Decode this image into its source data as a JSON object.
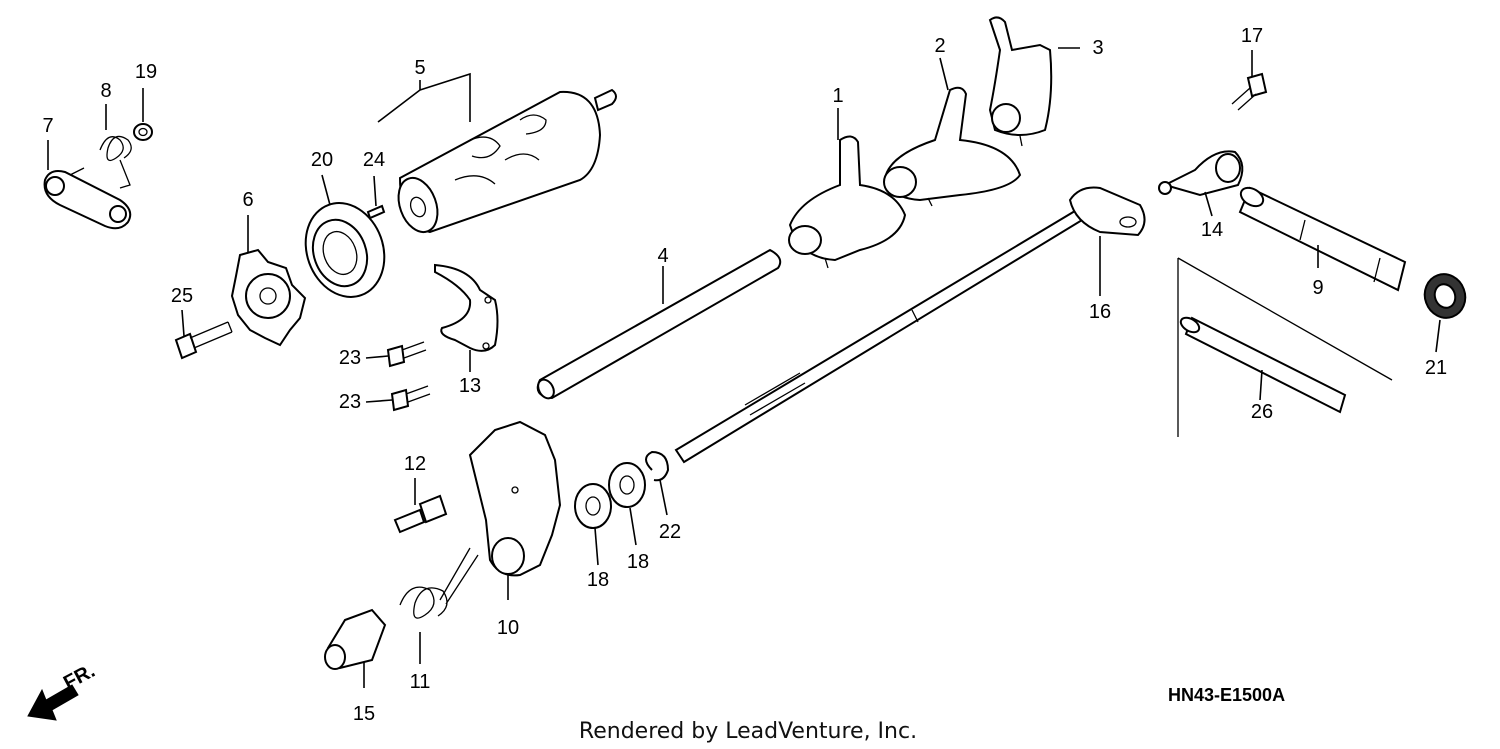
{
  "diagram": {
    "code": "HN43-E1500A",
    "credit": "Rendered by LeadVenture, Inc.",
    "direction_label": "FR."
  },
  "callouts": [
    {
      "id": "1",
      "label": "1"
    },
    {
      "id": "2",
      "label": "2"
    },
    {
      "id": "3",
      "label": "3"
    },
    {
      "id": "4",
      "label": "4"
    },
    {
      "id": "5",
      "label": "5"
    },
    {
      "id": "6",
      "label": "6"
    },
    {
      "id": "7",
      "label": "7"
    },
    {
      "id": "8",
      "label": "8"
    },
    {
      "id": "9",
      "label": "9"
    },
    {
      "id": "10",
      "label": "10"
    },
    {
      "id": "11",
      "label": "11"
    },
    {
      "id": "12",
      "label": "12"
    },
    {
      "id": "13",
      "label": "13"
    },
    {
      "id": "14",
      "label": "14"
    },
    {
      "id": "15",
      "label": "15"
    },
    {
      "id": "16",
      "label": "16"
    },
    {
      "id": "17",
      "label": "17"
    },
    {
      "id": "18a",
      "label": "18"
    },
    {
      "id": "18b",
      "label": "18"
    },
    {
      "id": "19",
      "label": "19"
    },
    {
      "id": "20",
      "label": "20"
    },
    {
      "id": "21",
      "label": "21"
    },
    {
      "id": "22",
      "label": "22"
    },
    {
      "id": "23a",
      "label": "23"
    },
    {
      "id": "23b",
      "label": "23"
    },
    {
      "id": "24",
      "label": "24"
    },
    {
      "id": "25",
      "label": "25"
    },
    {
      "id": "26",
      "label": "26"
    }
  ]
}
